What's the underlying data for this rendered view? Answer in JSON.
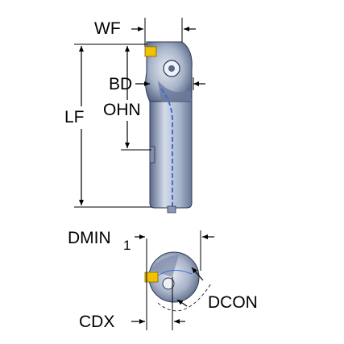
{
  "labels": {
    "wf": "WF",
    "bd": "BD",
    "lf": "LF",
    "ohn": "OHN",
    "dmin": "DMIN",
    "dmin_sub": "1",
    "dcon": "DCON",
    "cdx": "CDX"
  },
  "colors": {
    "tool_light": "#c9d3e4",
    "tool_mid": "#8f9fbd",
    "tool_dark": "#4a5a7e",
    "insert": "#f2c200",
    "coolant": "#3f6cd8"
  }
}
